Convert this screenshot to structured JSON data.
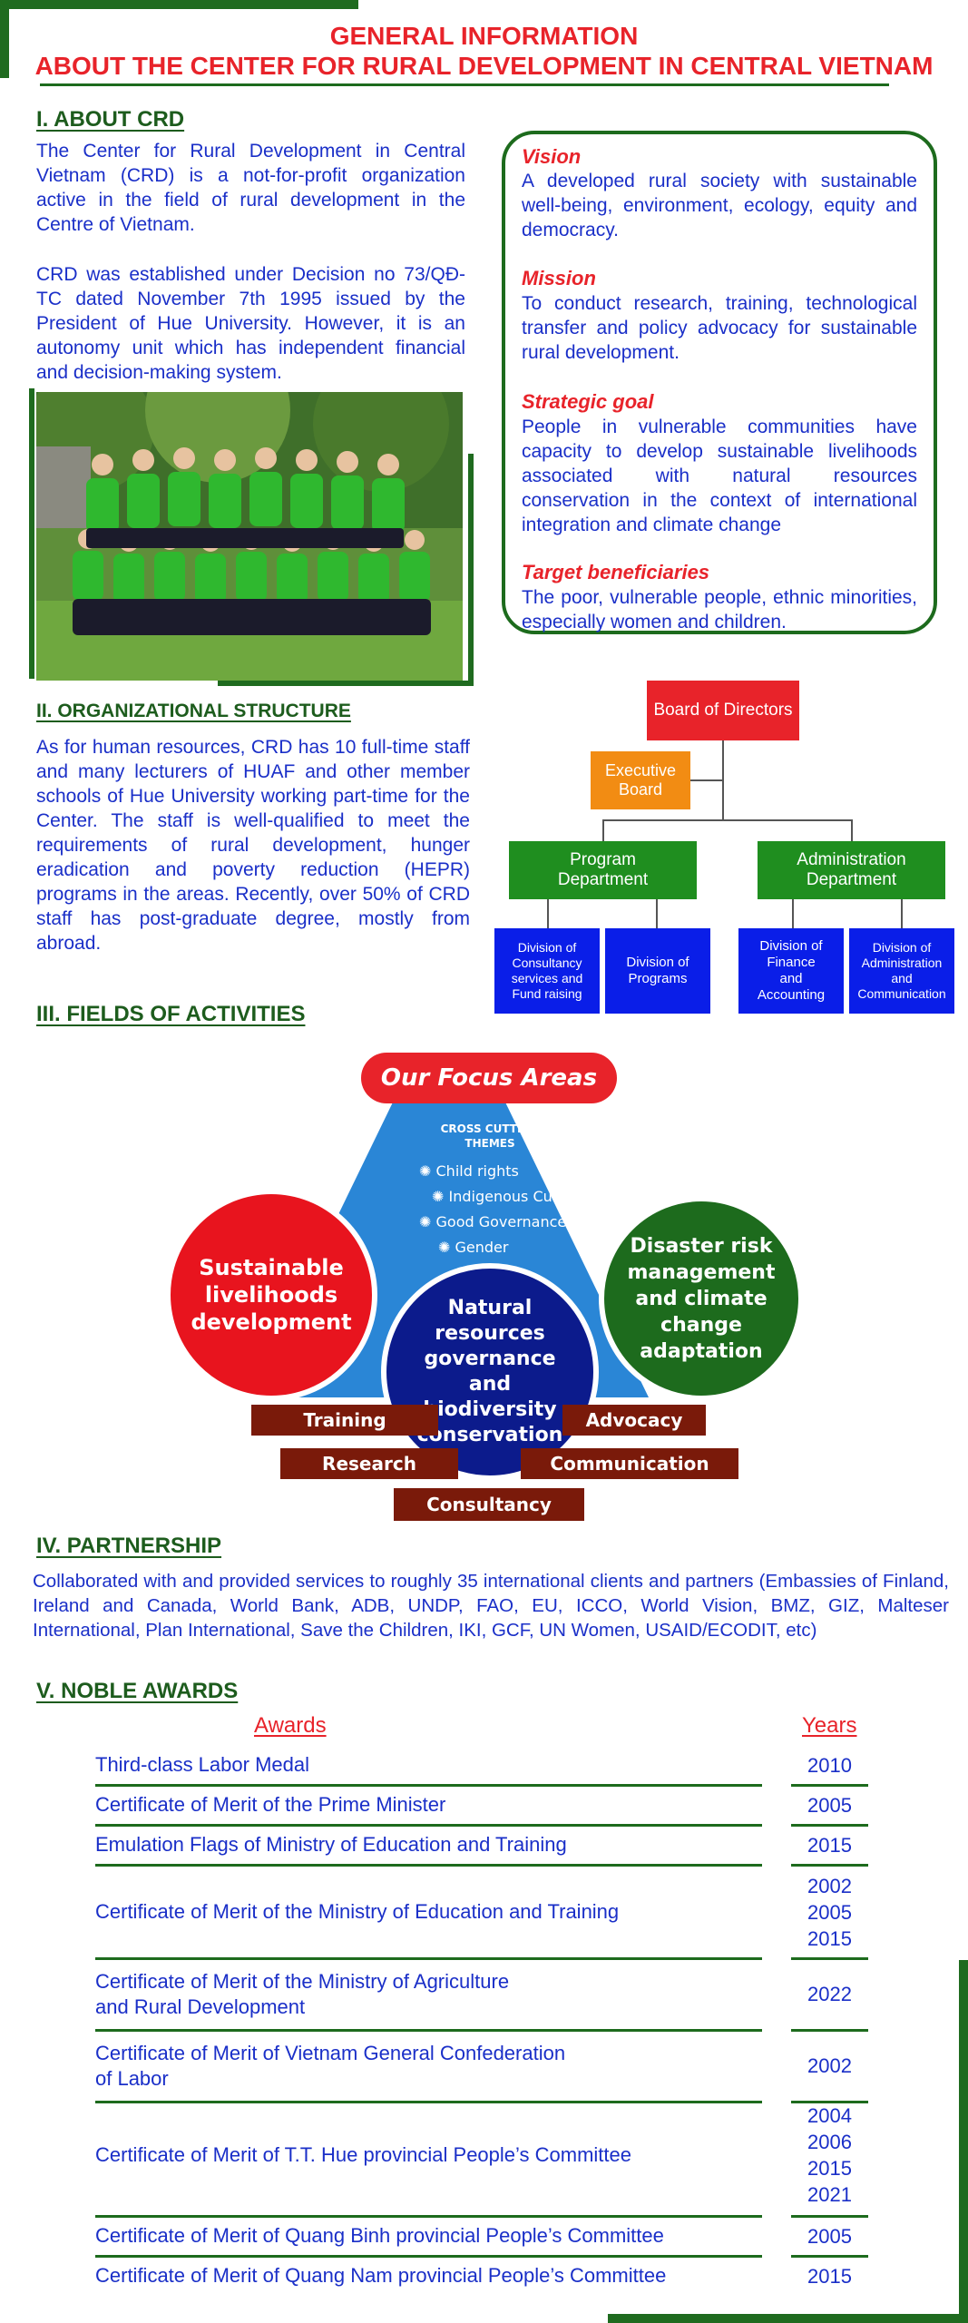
{
  "header": {
    "title_line1": "GENERAL INFORMATION",
    "title_line2": "ABOUT THE CENTER FOR RURAL DEVELOPMENT IN CENTRAL VIETNAM"
  },
  "about": {
    "heading": "I. ABOUT CRD",
    "para1": "The Center for Rural Development in Central Vietnam (CRD) is a not-for-profit organization active in the field of rural development in the Centre of Vietnam.",
    "para2": "CRD was established under Decision no 73/QĐ-TC dated November 7th 1995 issued by the President of Hue University. However, it is an autonomy unit which has independent financial and decision-making system."
  },
  "vision_box": {
    "vision_h": "Vision",
    "vision_t": "A developed rural society with sustainable well-being, environment, ecology, equity and democracy.",
    "mission_h": "Mission",
    "mission_t": "To conduct research, training, technological transfer and policy advocacy for sustainable rural development.",
    "goal_h": "Strategic goal",
    "goal_t": "People in vulnerable communities have capacity to develop sustainable livelihoods associated with natural resources conservation in the context of international integration and climate change",
    "target_h": "Target beneficiaries",
    "target_t": "The poor, vulnerable people, ethnic minorities, especially women and children."
  },
  "org": {
    "heading": "II. ORGANIZATIONAL STRUCTURE",
    "para": "As for human resources, CRD has 10 full-time staff and many lecturers of HUAF and other member schools of Hue University working part-time for the Center. The staff is well-qualified to meet the requirements of rural development, hunger eradication and poverty reduction (HEPR) programs in the areas. Recently, over 50% of CRD staff has post-graduate degree, mostly from abroad.",
    "board": "Board of Directors",
    "exec": "Executive Board",
    "program": "Program Department",
    "admin": "Administration Department",
    "div1": "Division of Consultancy services and Fund raising",
    "div2": "Division of Programs",
    "div3": "Division of Finance and Accounting",
    "div4": "Division of Administration and Communication",
    "colors": {
      "red": "#e8232a",
      "orange": "#f28c13",
      "green": "#1f8e1f",
      "blue": "#0a1ee8"
    }
  },
  "fields": {
    "heading": "III. FIELDS OF ACTIVITIES",
    "banner": "Our Focus Areas",
    "cross_title": "CROSS CUTTING THEMES",
    "themes": [
      "Child rights",
      "Indigenous Culture",
      "Good Governance",
      "Gender"
    ],
    "left_circle": "Sustainable livelihoods development",
    "right_circle": "Disaster risk management and climate change adaptation",
    "center_circle": "Natural resources governance and biodiversity conservation",
    "tags": [
      "Training",
      "Advocacy",
      "Research",
      "Communication",
      "Consultancy"
    ]
  },
  "partnership": {
    "heading": "IV. PARTNERSHIP",
    "text": "Collaborated with and provided services to roughly 35 international clients and partners (Embassies of Finland, Ireland and Canada, World Bank, ADB, UNDP, FAO, EU, ICCO, World Vision, BMZ, GIZ, Malteser International, Plan International, Save the Children, IKI, GCF, UN Women, USAID/ECODIT, etc)"
  },
  "awards": {
    "heading": "V. NOBLE AWARDS",
    "col_awards": "Awards",
    "col_years": "Years",
    "rows": [
      {
        "name": "Third-class Labor Medal",
        "years": [
          "2010"
        ]
      },
      {
        "name": "Certificate of Merit of the Prime Minister",
        "years": [
          "2005"
        ]
      },
      {
        "name": "Emulation Flags of Ministry of Education and Training",
        "years": [
          "2015"
        ]
      },
      {
        "name": "Certificate of Merit of the Ministry of Education and Training",
        "years": [
          "2002",
          "2005",
          "2015"
        ]
      },
      {
        "name": "Certificate of Merit of the Ministry of Agriculture\nand Rural Development",
        "years": [
          "2022"
        ]
      },
      {
        "name": "Certificate of Merit of Vietnam General Confederation\nof Labor",
        "years": [
          "2002"
        ]
      },
      {
        "name": "Certificate of  Merit of T.T. Hue provincial People’s Committee",
        "years": [
          "2004",
          "2006",
          "2015",
          "2021"
        ]
      },
      {
        "name": "Certificate of Merit of Quang Binh provincial People’s Committee",
        "years": [
          "2005"
        ]
      },
      {
        "name": "Certificate of Merit of Quang Nam provincial People’s Committee",
        "years": [
          "2015"
        ]
      }
    ]
  }
}
